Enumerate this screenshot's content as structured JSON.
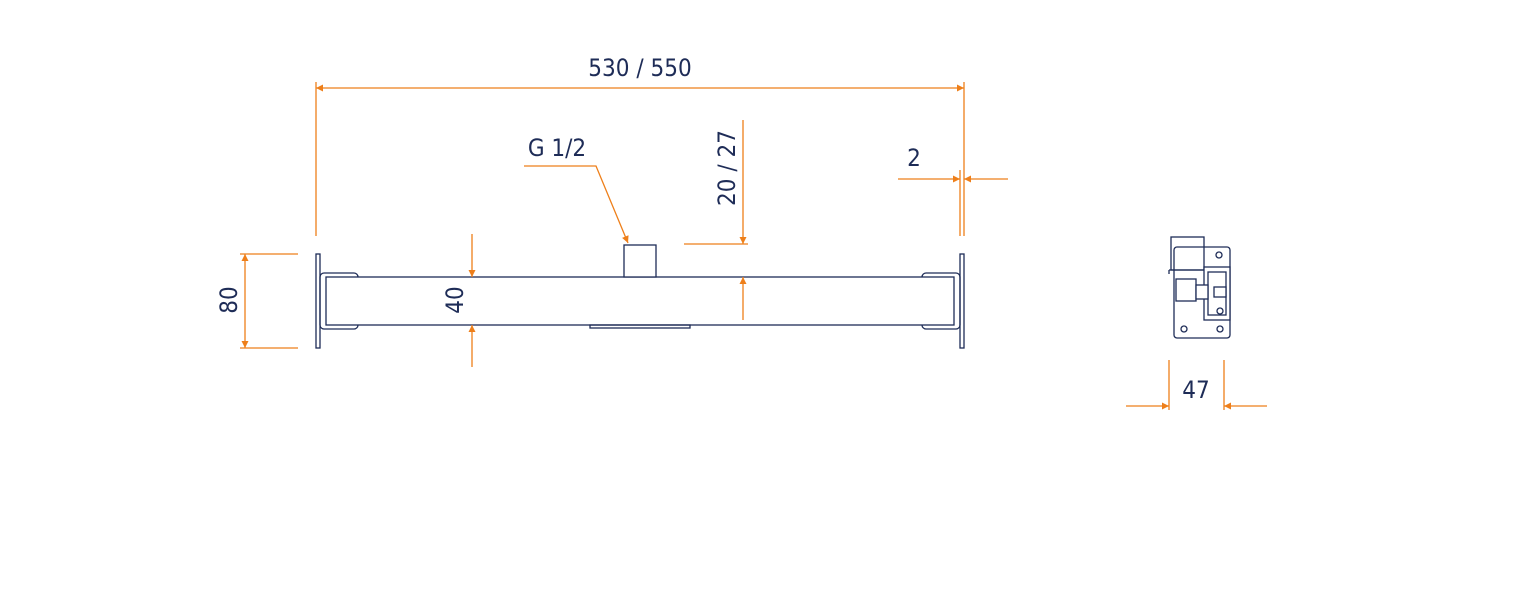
{
  "colors": {
    "dimension": "#EE7F1A",
    "outline": "#1E2C57",
    "background": "#FFFFFF"
  },
  "dimensions": {
    "overall_width": "530 / 550",
    "connection_thread": "G 1/2",
    "connection_offset": "20 / 27",
    "wall_gap": "2",
    "total_height": "80",
    "bar_height": "40",
    "side_depth": "47"
  }
}
